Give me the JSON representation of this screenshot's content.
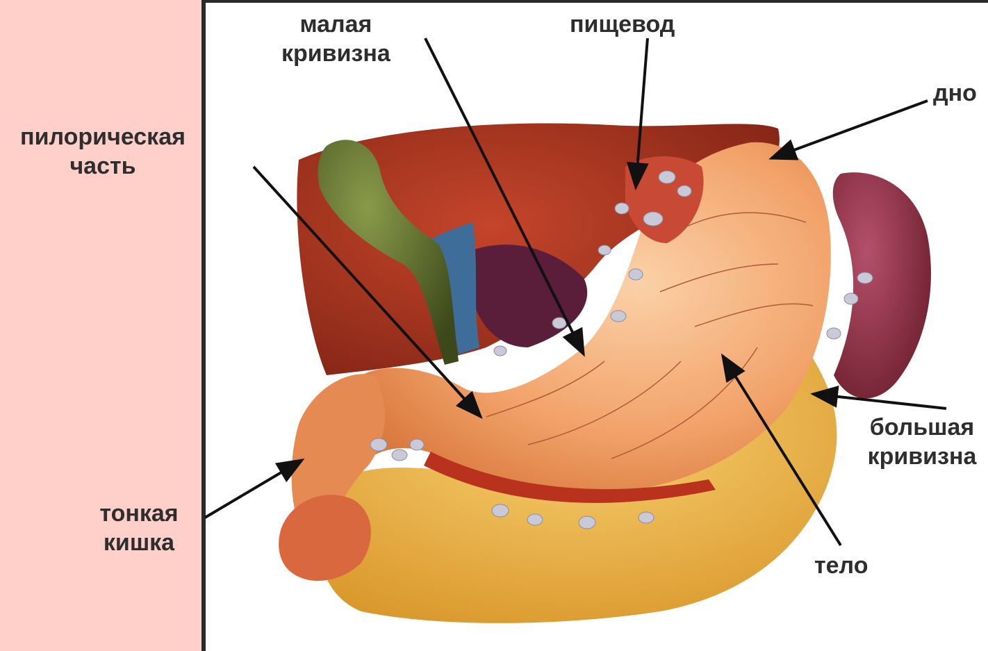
{
  "labels": {
    "lesser_curvature": [
      "малая",
      "кривизна"
    ],
    "esophagus": [
      "пищевод"
    ],
    "fundus": [
      "дно"
    ],
    "pyloric_part": [
      "пилорическая",
      "часть"
    ],
    "greater_curvature": [
      "большая",
      "кривизна"
    ],
    "small_intestine": [
      "тонкая",
      "кишка"
    ],
    "body": [
      "тело"
    ]
  },
  "colors": {
    "left_panel": "#ffcfc9",
    "stomach": "#f2a36a",
    "liver": "#a8321e",
    "gallbladder": "#5c6b2a",
    "spleen": "#8a2a3a",
    "omentum_fat": "#f0b840",
    "arrow": "#111111"
  }
}
